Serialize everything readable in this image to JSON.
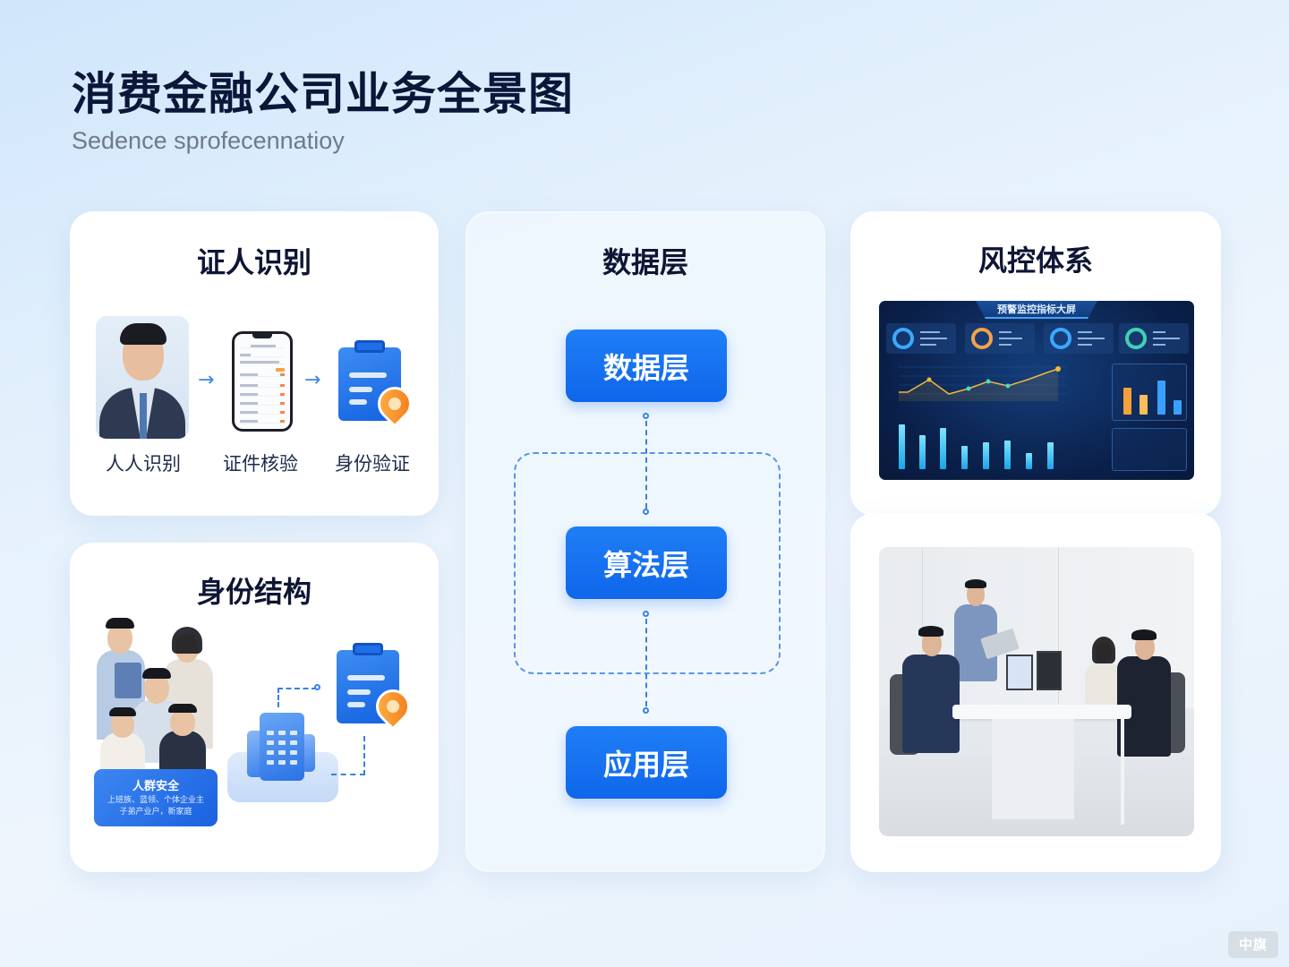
{
  "header": {
    "title": "消费金融公司业务全景图",
    "subtitle": "Sedence sprofecennatioy"
  },
  "cards": {
    "identity": {
      "title": "证人识别",
      "steps": [
        {
          "label": "人人识别",
          "icon": "portrait-photo"
        },
        {
          "label": "证件核验",
          "icon": "phone-app-screen"
        },
        {
          "label": "身份验证",
          "icon": "clipboard-pin-icon"
        }
      ],
      "arrow": "→"
    },
    "structure": {
      "title": "身份结构",
      "badge": {
        "title": "人群安全",
        "text_line1": "上班族、蓝领、个体企业主",
        "text_line2": "子弟产业户，新家庭"
      },
      "icons": [
        "family-photo",
        "building-icon",
        "clipboard-pin-icon"
      ]
    },
    "layers": {
      "title": "数据层",
      "layers": [
        {
          "label": "数据层"
        },
        {
          "label": "算法层"
        },
        {
          "label": "应用层"
        }
      ]
    },
    "risk": {
      "title": "风控体系",
      "dashboard": {
        "title": "预警监控指标大屏",
        "ring_colors": [
          "#3aa8ff",
          "#f2a34a",
          "#3aa8ff",
          "#3fd1b6"
        ],
        "line_points": [
          50,
          50,
          72,
          45,
          55,
          68,
          60,
          78,
          88
        ],
        "bar_heights_bottom": [
          62,
          48,
          58,
          32,
          38,
          40,
          22,
          38
        ],
        "bar_heights_right": [
          {
            "value": 44,
            "color": "#f5a13a"
          },
          {
            "value": 32,
            "color": "#f7bd5a"
          },
          {
            "value": 52,
            "color": "#3aa0ff"
          },
          {
            "value": 24,
            "color": "#3aa0ff"
          }
        ]
      }
    },
    "team": {
      "image": "office-meeting-photo"
    }
  },
  "colors": {
    "primary": "#1572ee",
    "title_text": "#0b1638",
    "subtitle_text": "#6e7a8a",
    "accent_orange": "#f27a1a"
  },
  "watermark": "中旗"
}
